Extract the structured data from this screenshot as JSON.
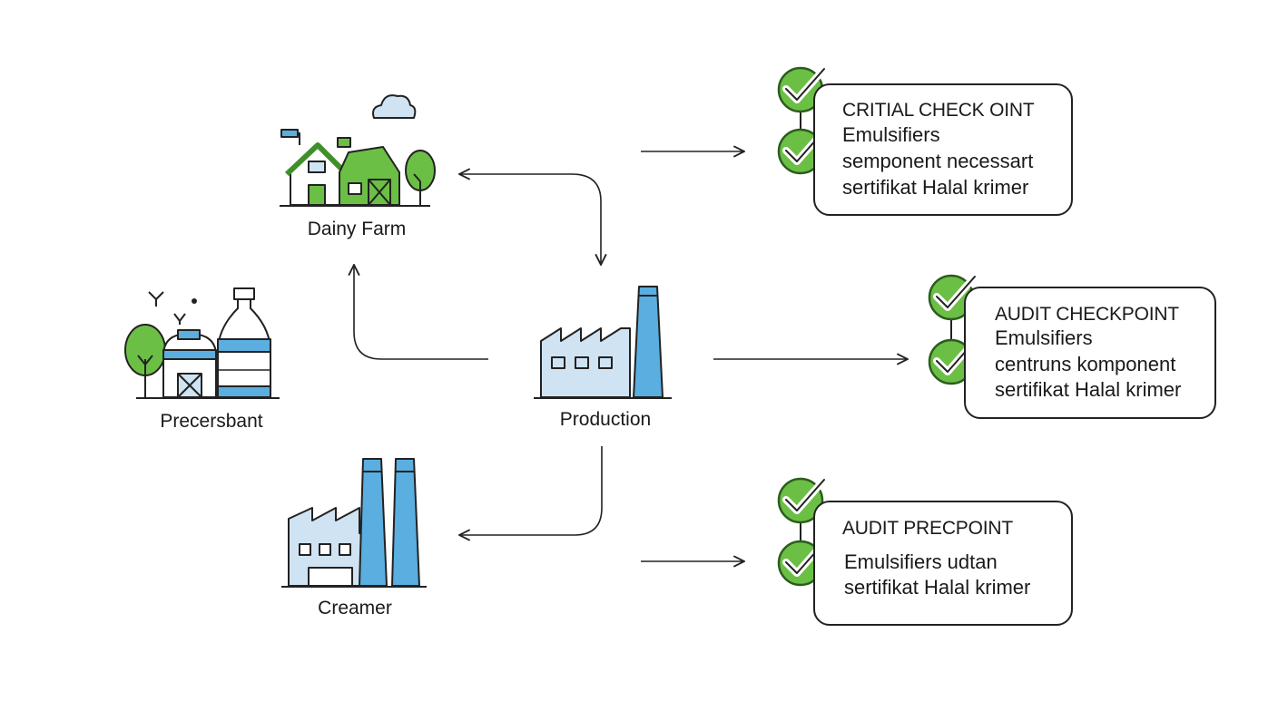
{
  "nodes": {
    "dairy_farm": "Dainy Farm",
    "precersbant": "Precersbant",
    "production": "Production",
    "creamer": "Creamer"
  },
  "checkpoints": [
    {
      "title": "CRITIAL CHECK OINT",
      "lines": [
        "Emulsifiers",
        "semponent necessart",
        "sertifikat Halal krimer"
      ]
    },
    {
      "title": "AUDIT CHECKPOINT",
      "lines": [
        "Emulsifiers",
        "centruns komponent",
        "sertifikat Halal krimer"
      ]
    },
    {
      "title": "AUDIT PRECPOINT",
      "lines": [
        "Emulsifiers udtan",
        "sertifikat Halal krimer"
      ]
    }
  ],
  "colors": {
    "green": "#6cbf45",
    "green_dark": "#3f8f2a",
    "blue": "#5aaee0",
    "blue_light": "#cfe3f3",
    "stroke": "#222222"
  },
  "icons": {
    "dairy_farm": "barn-icon",
    "precersbant": "plant-tanks-icon",
    "production": "factory-icon",
    "creamer": "factory-icon",
    "check": "green-check-icon"
  }
}
